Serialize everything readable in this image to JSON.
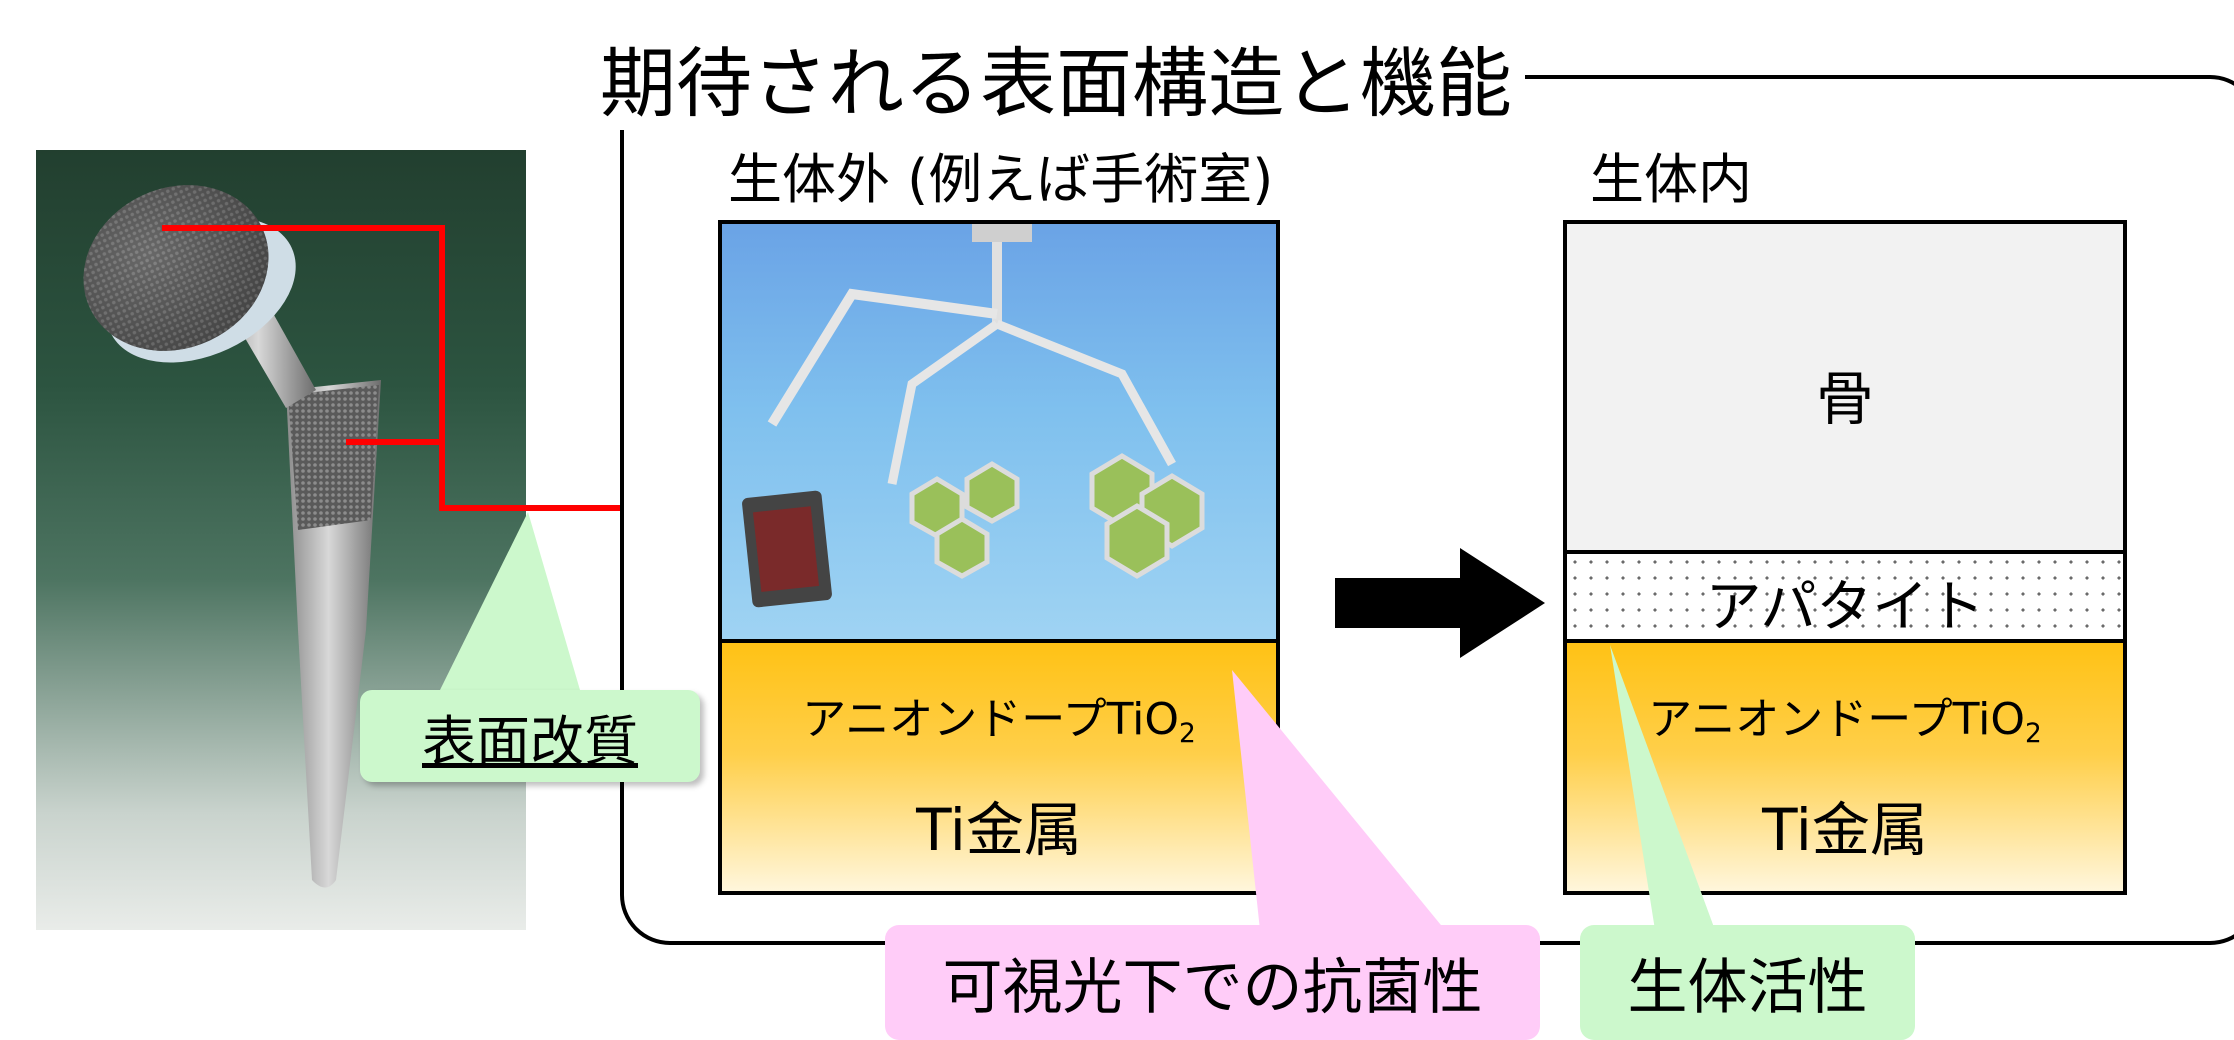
{
  "title": "期待される表面構造と機能",
  "photo": {
    "icon": "hip-implant-icon"
  },
  "callout_surface": "表面改質",
  "ex_vivo": {
    "label": "生体外 (例えば手術室)",
    "image_icon": "operating-room-lights-icon",
    "layer_doped": "アニオンドープTiO",
    "layer_doped_sub": "2",
    "layer_metal": "Ti金属"
  },
  "in_vivo": {
    "label": "生体内",
    "layer_bone": "骨",
    "layer_apatite": "アパタイト",
    "layer_doped": "アニオンドープTiO",
    "layer_doped_sub": "2",
    "layer_metal": "Ti金属"
  },
  "arrow_icon": "right-arrow-icon",
  "callout_antibacterial": "可視光下での抗菌性",
  "callout_bioactivity": "生体活性",
  "colors": {
    "red_line": "#ff0000",
    "green_callout": "#ccf8cc",
    "pink_callout": "#ffccf8",
    "gold": "#ffc215"
  }
}
